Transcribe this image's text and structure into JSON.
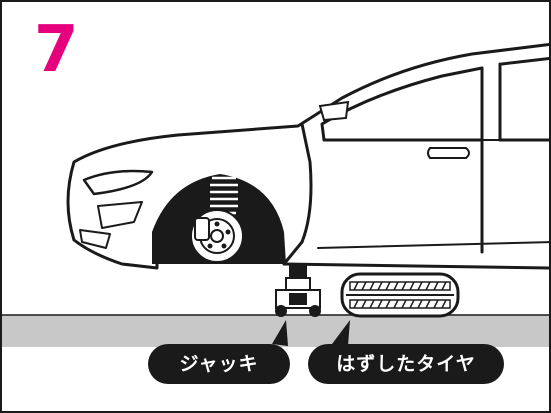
{
  "step": {
    "number": "7",
    "color": "#e6007e"
  },
  "labels": {
    "jack": "ジャッキ",
    "removed_tire": "はずしたタイヤ"
  },
  "colors": {
    "ink": "#1a1a1a",
    "ground": "#c8c8c8",
    "label_bg": "#1a1a1a",
    "label_text": "#ffffff"
  },
  "icons": {
    "car": "car-body-illustration",
    "wheel_hub": "brake-disc-hub",
    "spring": "coil-spring",
    "jack": "floor-jack",
    "tire": "removed-tire"
  }
}
